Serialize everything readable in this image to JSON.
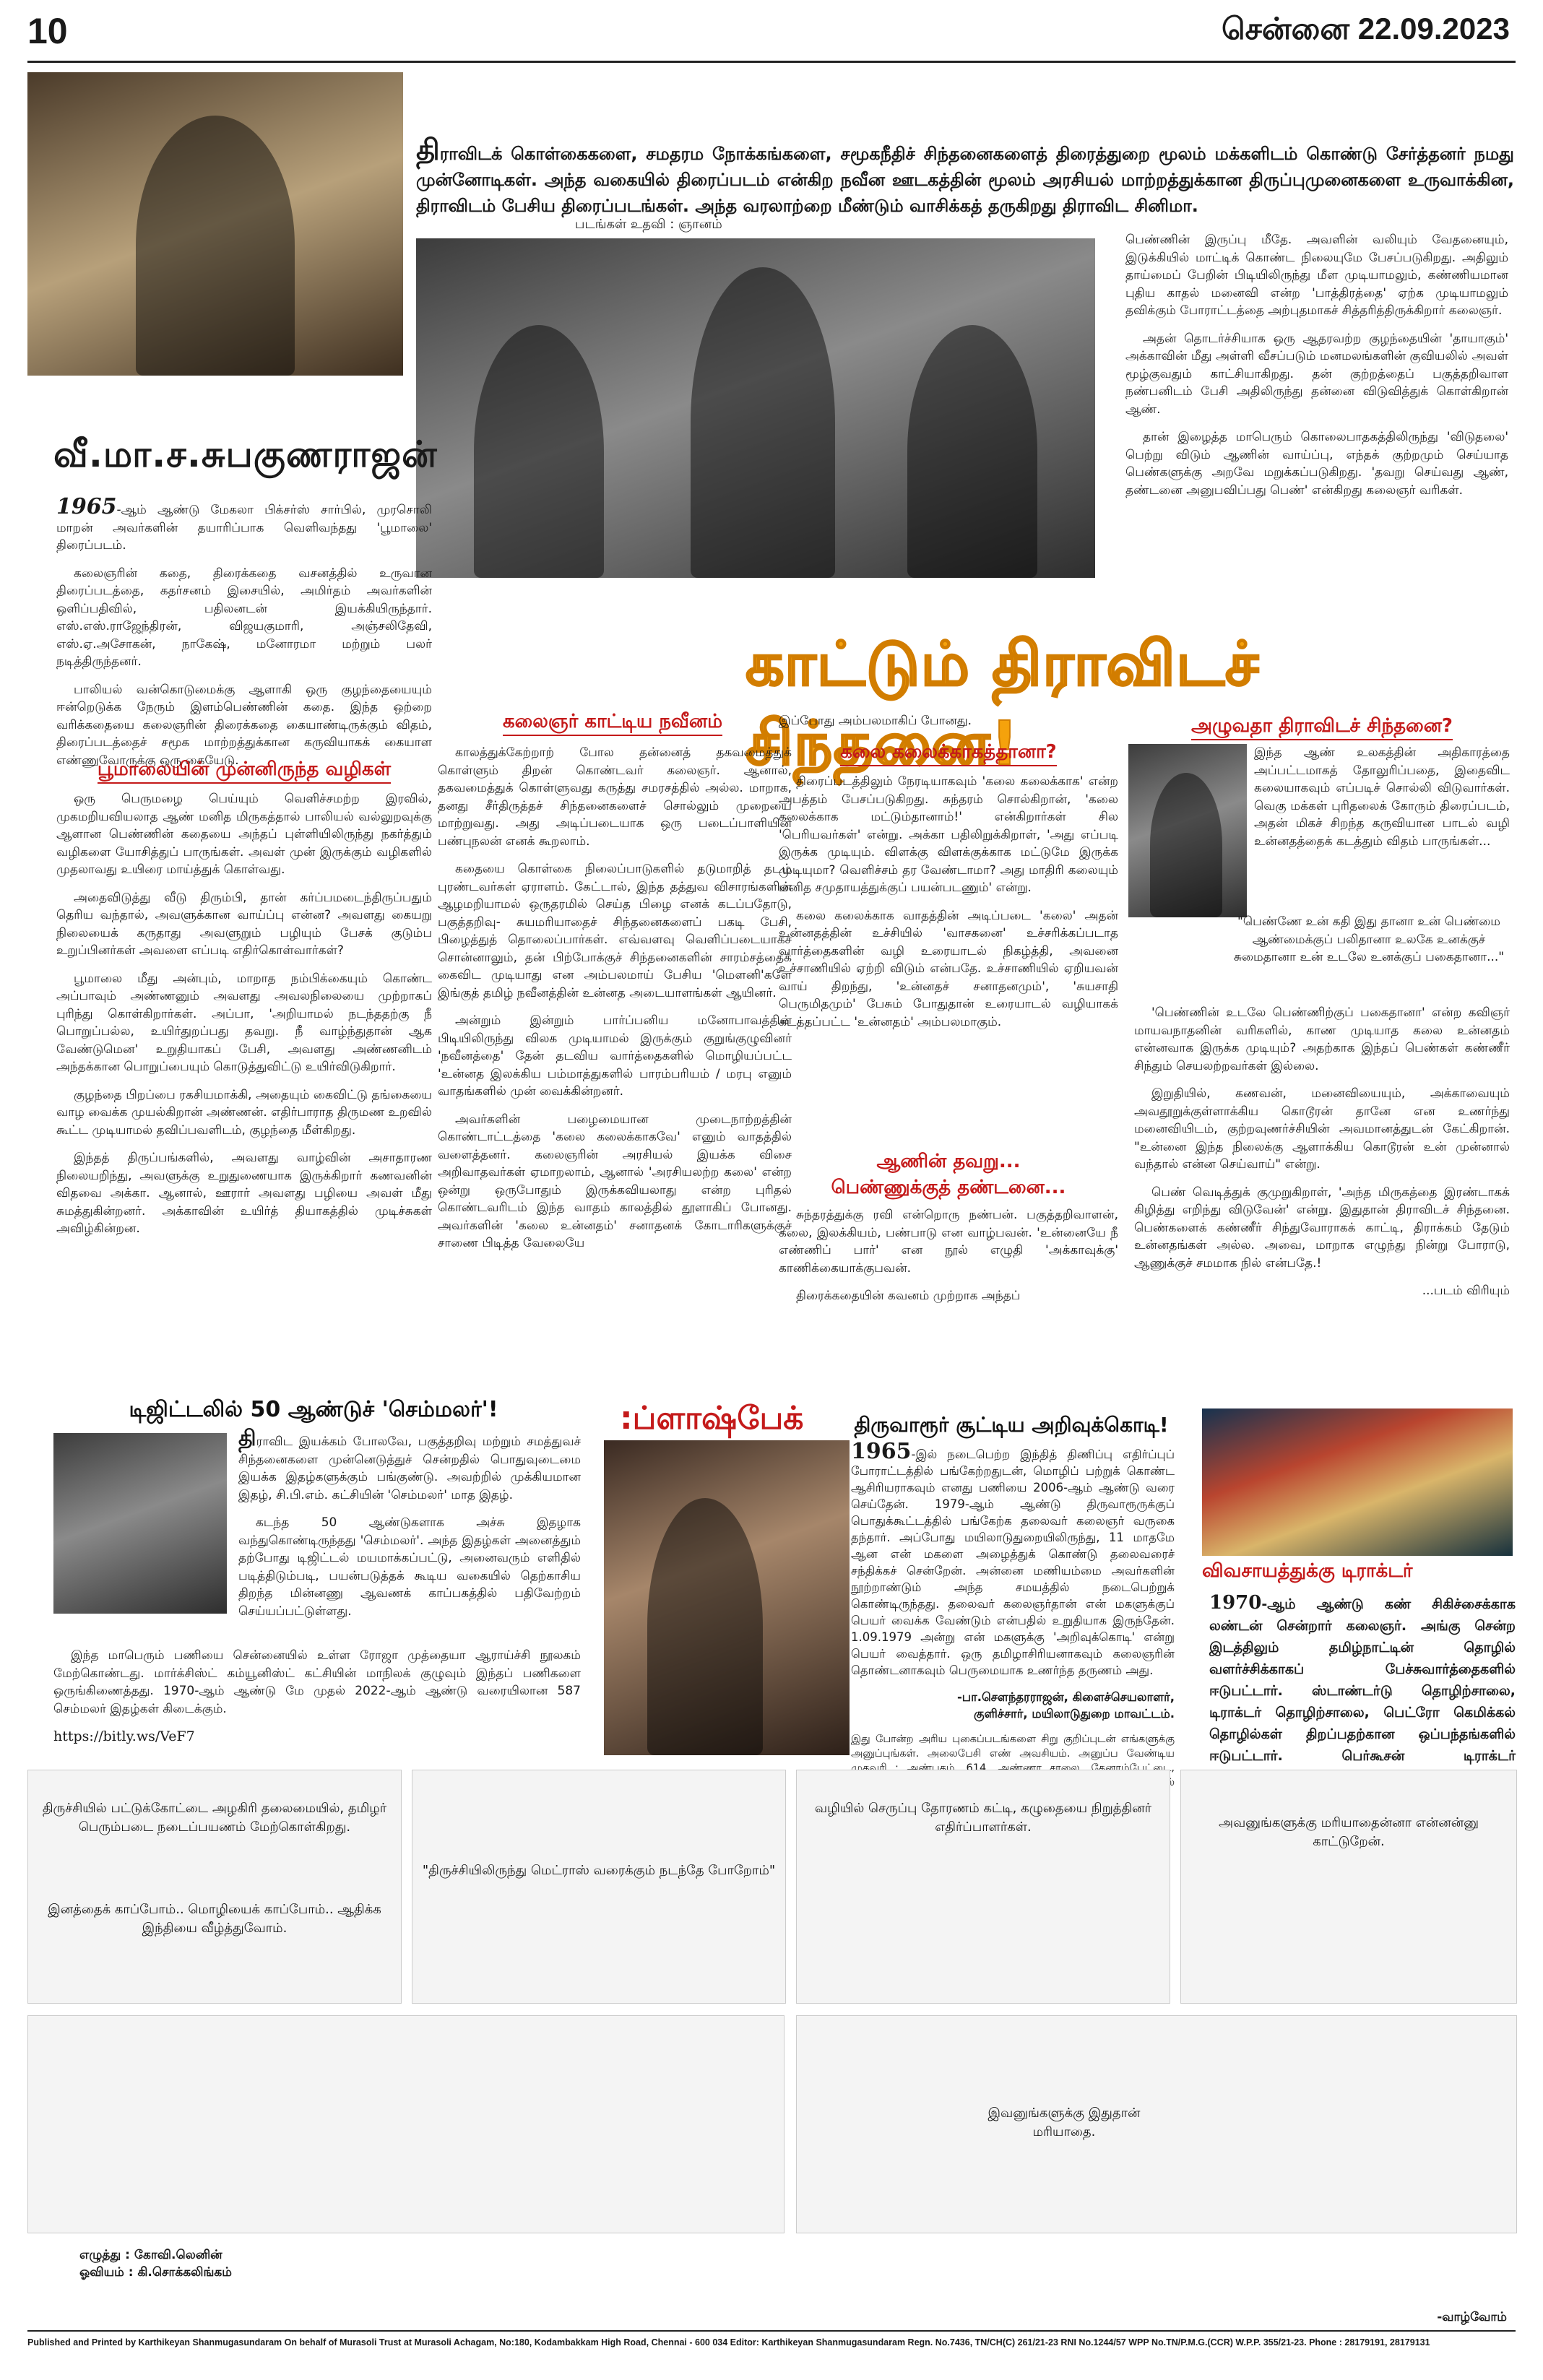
{
  "header": {
    "page_number": "10",
    "date": "சென்னை 22.09.2023"
  },
  "intro": {
    "lead": "தி",
    "text": "ராவிடக் கொள்கைகளை, சமதரம நோக்கங்களை, சமூகநீதிச் சிந்தனைகளைத் திரைத்துறை மூலம் மக்களிடம் கொண்டு சேர்த்தனர் நமது முன்னோடிகள். அந்த வகையில் திரைப்படம் என்கிற நவீன ஊடகத்தின் மூலம் அரசியல் மாற்றத்துக்கான திருப்புமுனைகளை உருவாக்கின, திராவிடம் பேசிய திரைப்படங்கள். அந்த வரலாற்றை மீண்டும் வாசிக்கத் தருகிறது திராவிட சினிமா.",
    "credit": "படங்கள் உதவி : ஞானம்"
  },
  "author": "வீ.மா.ச.சுபகுணராஜன்",
  "col1": {
    "p1_year": "1965",
    "p1": "-ஆம் ஆண்டு மேகலா பிக்சர்ஸ் சார்பில், முரசொலி மாறன் அவர்களின் தயாரிப்பாக வெளிவந்தது 'பூமாலை' திரைப்படம்.",
    "p2": "கலைஞரின் கதை, திரைக்கதை வசனத்தில் உருவான திரைப்படத்தை, கதர்சனம் இசையில், அமிர்தம் அவர்களின் ஒளிப்பதிவில், பதிலனடன் இயக்கியிருந்தார். எஸ்.எஸ்.ராஜேந்திரன், விஜயகுமாரி, அஞ்சலிதேவி, எஸ்.ஏ.அசோகன், நாகேஷ், மனோரமா மற்றும் பலர் நடித்திருந்தனர்.",
    "p3": "பாலியல் வன்கொடுமைக்கு ஆளாகி ஒரு குழந்தையையும் ஈன்றெடுக்க நேரும் இளம்பெண்ணின் கதை. இந்த ஒற்றை வரிக்கதையை கலைஞரின் திரைக்கதை கையாண்டிருக்கும் விதம், திரைப்படத்தைச் சமூக மாற்றத்துக்கான கருவியாகக் கையாள எண்ணுவோருக்கு ஒரு கையேடு.",
    "sub1": "பூமாலையின் முன்னிருந்த வழிகள்",
    "p4": "ஒரு பெருமழை பெய்யும் வெளிச்சமற்ற இரவில், முகமறியவியலாத ஆண் மனித மிருகத்தால் பாலியல் வல்லுறவுக்கு ஆளான பெண்ணின் கதையை அந்தப் புள்ளியிலிருந்து நகர்த்தும் வழிகளை யோசித்துப் பாருங்கள். அவள் முன் இருக்கும் வழிகளில் முதலாவது உயிரை மாய்த்துக் கொள்வது.",
    "p5": "அதைவிடுத்து வீடு திரும்பி, தான் கர்ப்பமடைந்திருப்பதும் தெரிய வந்தால், அவளுக்கான வாய்ப்பு என்ன? அவளது கையறு நிலையைக் கருதாது அவளுறும் பழியும் பேசக் குடும்ப உறுப்பினர்கள் அவளை எப்படி எதிர்கொள்வார்கள்?",
    "p6": "பூமாலை மீது அன்பும், மாறாத நம்பிக்கையும் கொண்ட அப்பாவும் அண்ணனும் அவளது அவலநிலையை முற்றாகப் புரிந்து கொள்கிறார்கள். அப்பா, 'அறியாமல் நடந்ததற்கு நீ பொறுப்பல்ல, உயிர்துறப்பது தவறு. நீ வாழ்ந்துதான் ஆக வேண்டுமென' உறுதியாகப் பேசி, அவளது அண்ணனிடம் அந்தக்கான பொறுப்பையும் கொடுத்துவிட்டு உயிர்விடுகிறார்.",
    "p7": "குழந்தை பிறப்பை ரகசியமாக்கி, அதையும் கைவிட்டு தங்கையை வாழ வைக்க முயல்கிறான் அண்ணன். எதிர்பாராத திருமண உறவில் கூட்ட முடியாமல் தவிப்பவளிடம், குழந்தை மீள்கிறது.",
    "p8": "இந்தத் திருப்பங்களில், அவளது வாழ்வின் அசாதாரண நிலையறிந்து, அவளுக்கு உறுதுணையாக இருக்கிறார் கணவனின் விதவை அக்கா. ஆனால், ஊரார் அவளது பழியை அவள் மீது சுமத்துகின்றனர். அக்காவின் உயிர்த் தியாகத்தில் முடிச்சுகள் அவிழ்கின்றன."
  },
  "col2": {
    "sub": "கலைஞர் காட்டிய நவீனம்",
    "p1": "காலத்துக்கேற்றாற் போல தன்னைத் தகவமைத்துக் கொள்ளும் திறன் கொண்டவர் கலைஞர். ஆனால், தகவமைத்துக் கொள்ளுவது கருத்து சமரசத்தில் அல்ல. மாறாக, தனது சீர்திருத்தச் சிந்தனைகளைச் சொல்லும் முறையை மாற்றுவது. அது அடிப்படையாக ஒரு படைப்பாளியின் பண்புநலன் எனக் கூறலாம்.",
    "p2": "கதையை கொள்கை நிலைப்பாடுகளில் தடுமாறித் தடம் புரண்டவர்கள் ஏராளம். கேட்டால், இந்த தத்துவ விசாரங்களின் ஆழமறியாமல் ஒருதரமில் செய்த பிழை எனக் கடப்பதோடு, பகுத்தறிவு- சுயமரியாதைச் சிந்தனைகளைப் பகடி பேசி, பிழைத்துத் தொலைப்பார்கள். எவ்வளவு வெளிப்படையாகச் சொன்னாலும், தன் பிற்போக்குச் சிந்தனைகளின் சாரம்சத்தைக் கைவிட முடியாது என அம்பலமாய் பேசிய 'மௌனி'களே இங்குத் தமிழ் நவீனத்தின் உன்னத அடையாளங்கள் ஆயினர்.",
    "p3": "அன்றும் இன்றும் பார்ப்பனிய மனோபாவத்தின் பிடியிலிருந்து விலக முடியாமல் இருக்கும் குறுங்குழுவினர் 'நவீனத்தை' தேன் தடவிய வார்த்தைகளில் மொழியப்பட்ட 'உன்னத இலக்கிய பம்மாத்துகளில் பாரம்பரியம் / மரபு எனும் வாதங்களில் முன் வைக்கின்றனர்.",
    "p4": "அவர்களின் பழைமையான முடைநாற்றத்தின் கொண்டாட்டத்தை 'கலை கலைக்காகவே' எனும் வாதத்தில் வளைத்தனர். கலைஞரின் அரசியல் இயக்க விசை அறிவாதவர்கள் ஏமாறலாம், ஆனால் 'அரசியலற்ற கலை' என்ற ஒன்று ஒருபோதும் இருக்கவியலாது என்ற புரிதல் கொண்டவரிடம் இந்த வாதம் காலத்தில் தூளாகிப் போனது. அவர்களின் 'கலை உன்னதம்' சனாதனக் கோடாரிகளுக்குச் சாணை பிடித்த வேலையே"
  },
  "col3": {
    "p0": "இப்போது அம்பலமாகிப் போனது.",
    "sub": "கலை கலைக்காகத்தானா?",
    "p1": "திரைப்படத்திலும் நேரடியாகவும் 'கலை கலைக்காக' என்ற அபத்தம் பேசப்படுகிறது. சுந்தரம் சொல்கிறான், 'கலை கலைக்காக மட்டும்தானாம்!' என்கிறார்கள் சில 'பெரியவர்கள்' என்று. அக்கா பதிலிறுக்கிறாள், 'அது எப்படி இருக்க முடியும். விளக்கு விளக்குக்காக மட்டுமே இருக்க முடியுமா? வெளிச்சம் தர வேண்டாமா? அது மாதிரி கலையும் மனித சமுதாயத்துக்குப் பயன்படணும்' என்று.",
    "p2": "கலை கலைக்காக வாதத்தின் அடிப்படை 'கலை' அதன் உன்னதத்தின் உச்சியில் 'வாசகனை' உச்சரிக்கப்படாத வார்த்தைகளின் வழி உரையாடல் நிகழ்த்தி, அவனை உச்சாணியில் ஏற்றி விடும் என்பதே. உச்சாணியில் ஏறியவன் வாய் திறந்து, 'உன்னதச் சனாதனமும்', 'சுயசாதி பெருமிதமும்' பேசும் போதுதான் உரையாடல் வழியாகக் கடத்தப்பட்ட 'உன்னதம்' அம்பலமாகும்.",
    "sub2a": "ஆணின் தவறு...",
    "sub2b": "பெண்ணுக்குத் தண்டனை...",
    "p3": "சுந்தரத்துக்கு ரவி என்றொரு நண்பன். பகுத்தறிவாளன், கலை, இலக்கியம், பண்பாடு என வாழ்பவன். 'உன்னையே நீ எண்ணிப் பார்' என நூல் எழுதி 'அக்காவுக்கு' காணிக்கையாக்குபவன்.",
    "p4": "திரைக்கதையின் கவனம் முற்றாக அந்தப்"
  },
  "col4": {
    "p1": "பெண்ணின் இருப்பு மீதே. அவளின் வலியும் வேதனையும், இடுக்கியில் மாட்டிக் கொண்ட நிலையுமே பேசப்படுகிறது. அதிலும் தாய்மைப் பேறின் பிடியிலிருந்து மீள முடியாமலும், கண்ணியமான புதிய காதல் மனைவி என்ற 'பாத்திரத்தை' ஏற்க முடியாமலும் தவிக்கும் போராட்டத்தை அற்புதமாகச் சித்தரித்திருக்கிறார் கலைஞர்.",
    "p2": "அதன் தொடர்ச்சியாக ஒரு ஆதரவற்ற குழந்தையின் 'தாயாகும்' அக்காவின் மீது அள்ளி வீசப்படும் மனமலங்களின் குவியலில் அவள் மூழ்குவதும் காட்சியாகிறது. தன் குற்றத்தைப் பகுத்தறிவாள நண்பனிடம் பேசி அதிலிருந்து தன்னை விடுவித்துக் கொள்கிறான் ஆண்.",
    "p3": "தான் இழைத்த மாபெரும் கொலைபாதகத்திலிருந்து 'விடுதலை' பெற்று விடும் ஆணின் வாய்ப்பு, எந்தக் குற்றமும் செய்யாத பெண்களுக்கு அறவே மறுக்கப்படுகிறது. 'தவறு செய்வது ஆண், தண்டனை அனுபவிப்பது பெண்' என்கிறது கலைஞர் வரிகள்."
  },
  "main_headline": "காட்டும் திராவிடச் சிந்தனை!",
  "col5": {
    "sub": "அழுவதா திராவிடச் சிந்தனை?",
    "p1": "இந்த ஆண் உலகத்தின் அதிகாரத்தை அப்பட்டமாகத் தோலுரிப்பதை, இதைவிட கலையாகவும் எப்படிச் சொல்லி விடுவார்கள். வெகு மக்கள் புரிதலைக் கோரும் திரைப்படம், அதன் மிகச் சிறந்த கருவியான பாடல் வழி உன்னதத்தைக் கடத்தும் விதம் பாருங்கள்...",
    "quote": "\"பெண்ணே உன் கதி இது தானா உன் பெண்மை ஆண்மைக்குப் பலிதானா உலகே உனக்குச் சுமைதானா உன் உடலே உனக்குப் பகைதானா...\"",
    "p2": "'பெண்ணின் உடலே பெண்ணிற்குப் பகைதானா' என்ற கவிஞர் மாயவநாதனின் வரிகளில், காண முடியாத கலை உன்னதம் என்னவாக இருக்க முடியும்? அதற்காக இந்தப் பெண்கள் கண்ணீர் சிந்தும் செயலற்றவர்கள் இல்லை.",
    "p3": "இறுதியில், கணவன், மனைவியையும், அக்காவையும் அவதூறுக்குள்ளாக்கிய கொடூரன் தானே என உணர்ந்து மனைவியிடம், குற்றவுணர்ச்சியின் அவமானத்துடன் கேட்கிறான். \"உன்னை இந்த நிலைக்கு ஆளாக்கிய கொடூரன் உன் முன்னால் வந்தால் என்ன செய்வாய்\" என்று.",
    "p4": "பெண் வெடித்துக் குமுறுகிறாள், 'அந்த மிருகத்தை இரண்டாகக் கிழித்து எறிந்து விடுவேன்' என்று. இதுதான் திராவிடச் சிந்தனை. பெண்களைக் கண்ணீர் சிந்துவோராகக் காட்டி, திராக்கம் தேடும் உன்னதங்கள் அல்ல. அவை, மாறாக எழுந்து நின்று போராடு, ஆணுக்குச் சமமாக நில் என்பதே.!",
    "cont": "...படம் விரியும்"
  },
  "box_digital": {
    "title": "டிஜிட்டலில் 50 ஆண்டுச் 'செம்மலர்'!",
    "lead": "தி",
    "p1": "ராவிட இயக்கம் போலவே, பகுத்தறிவு மற்றும் சமத்துவச் சிந்தனைகளை முன்னெடுத்துச் சென்றதில் பொதுவுடைமை இயக்க இதழ்களுக்கும் பங்குண்டு. அவற்றில் முக்கியமான இதழ், சி.பி.எம். கட்சியின் 'செம்மலர்' மாத இதழ்.",
    "p2": "கடந்த 50 ஆண்டுகளாக அச்சு இதழாக வந்துகொண்டிருந்தது 'செம்மலர்'. அந்த இதழ்கள் அனைத்தும் தற்போது டிஜிட்டல் மயமாக்கப்பட்டு, அனைவரும் எளிதில் படித்திடும்படி, பயன்படுத்தக் கூடிய வகையில் தெற்காசிய திறந்த மின்னணு ஆவணக் காப்பகத்தில் பதிவேற்றம் செய்யப்பட்டுள்ளது.",
    "p3": "இந்த மாபெரும் பணியை சென்னையில் உள்ள ரோஜா முத்தையா ஆராய்ச்சி நூலகம் மேற்கொண்டது. மார்க்சிஸ்ட் கம்யூனிஸ்ட் கட்சியின் மாநிலக் குழுவும் இந்தப் பணிகளை ஒருங்கிணைத்தது. 1970-ஆம் ஆண்டு மே முதல் 2022-ஆம் ஆண்டு வரையிலான 587 செம்மலர் இதழ்கள் கிடைக்கும்.",
    "link": "https://bitly.ws/VeF7"
  },
  "flashback": ":ப்ளாஷ்பேக்",
  "box_thiruvarur": {
    "title": "திருவாரூர் சூட்டிய அறிவுக்கொடி!",
    "year": "1965",
    "p1": "-இல் நடைபெற்ற இந்தித் திணிப்பு எதிர்ப்புப் போராட்டத்தில் பங்கேற்றதுடன், மொழிப் பற்றுக் கொண்ட ஆசிரியராகவும் எனது பணியை 2006-ஆம் ஆண்டு வரை செய்தேன். 1979-ஆம் ஆண்டு திருவாரூருக்குப் பொதுக்கூட்டத்தில் பங்கேற்க தலைவர் கலைஞர் வருகை தந்தார். அப்போது மயிலாடுதுறையிலிருந்து, 11 மாதமே ஆன என் மகளை அழைத்துக் கொண்டு தலைவரைச் சந்திக்கச் சென்றேன். அன்னை மணியம்மை அவர்களின் நூற்றாண்டும் அந்த சமயத்தில் நடைபெற்றுக் கொண்டிருந்தது. தலைவர் கலைஞர்தான் என் மகளுக்குப் பெயர் வைக்க வேண்டும் என்பதில் உறுதியாக இருந்தேன். 1.09.1979 அன்று என் மகளுக்கு 'அறிவுக்கொடி' என்று பெயர் வைத்தார். ஒரு தமிழாசிரியனாகவும் கலைஞரின் தொண்டனாகவும் பெருமையாக உணர்ந்த தருணம் அது.",
    "sign1": "-பா.சௌந்தரராஜன், கிளைச்செயலாளர்,",
    "sign2": "குளிச்சார், மயிலாடுதுறை மாவட்டம்.",
    "note": "இது போன்ற அரிய புகைப்படங்களை சிறு குறிப்புடன் எங்களுக்கு அனுப்புங்கள். அலைபேசி எண் அவசியம். அனுப்ப வேண்டிய முகவரி : அண்பகம், 614, அண்ணா சாலை, தேனாம்பேட்டை, சென்னை-600 018. வாட்ஸ்அப் எண்: 90033-24473 மின்னஞ்சல் youthwing@dmk.in"
  },
  "box_tractor": {
    "title": "விவசாயத்துக்கு டிராக்டர்",
    "year": "1970",
    "text": "-ஆம் ஆண்டு கண் சிகிச்சைக்காக லண்டன் சென்றார் கலைஞர். அங்கு சென்ற இடத்திலும் தமிழ்நாட்டின் தொழில் வளர்ச்சிக்காகப் பேச்சுவார்த்தைகளில் ஈடுபட்டார். ஸ்டாண்டர்டு தொழிற்சாலை, டிராக்டர் தொழிற்சாலை, பெட்ரோ கெமிக்கல் தொழில்கள் திறப்பதற்கான ஒப்பந்தங்களில் ஈடுபட்டார். பெர்கூசன் டிராக்டர் தொழிற்சாலையைப் பார்வையிடச் சென்றபோது, அவருக்குப் பரிசாக வழங்கப்பட்ட டிராக்டரை கோவை வேளாண்மைப் பல்கலைக் கழகத்துக்கு அன்பளிப்பாக அளித்தார்."
  },
  "strip": {
    "r1c1": "திருச்சியில் பட்டுக்கோட்டை அழகிரி தலைமையில், தமிழர் பெரும்படை நடைப்பயணம் மேற்கொள்கிறது.",
    "r1c2": "\"திருச்சியிலிருந்து மெட்ராஸ் வரைக்கும் நடந்தே போறோம்\"",
    "r1c3": "வழியில் செருப்பு தோரணம் கட்டி, கழுதையை நிறுத்தினர் எதிர்ப்பாளர்கள்.",
    "r1c4": "அவனுங்களுக்கு மரியாதைன்னா என்னன்னு காட்டுறேன்.",
    "r2c1": "இனத்தைக் காப்போம்.. மொழியைக் காப்போம்.. ஆதிக்க இந்தியை வீழ்த்துவோம்.",
    "r3c3": "இவனுங்களுக்கு இதுதான் மரியாதை.",
    "r3c4": "-வாழ்வோம்"
  },
  "credits": {
    "writer": "எழுத்து : கோவி.லெனின்",
    "artist": "ஓவியம் : கி.சொக்கலிங்கம்"
  },
  "footer": "Published and Printed by Karthikeyan Shanmugasundaram On behalf of Murasoli Trust at Murasoli Achagam, No:180, Kodambakkam High Road, Chennai - 600 034 Editor: Karthikeyan Shanmugasundaram Regn. No.7436, TN/CH(C) 261/21-23 RNI No.1244/57 WPP No.TN/P.M.G.(CCR) W.P.P. 355/21-23. Phone : 28179191, 28179131"
}
